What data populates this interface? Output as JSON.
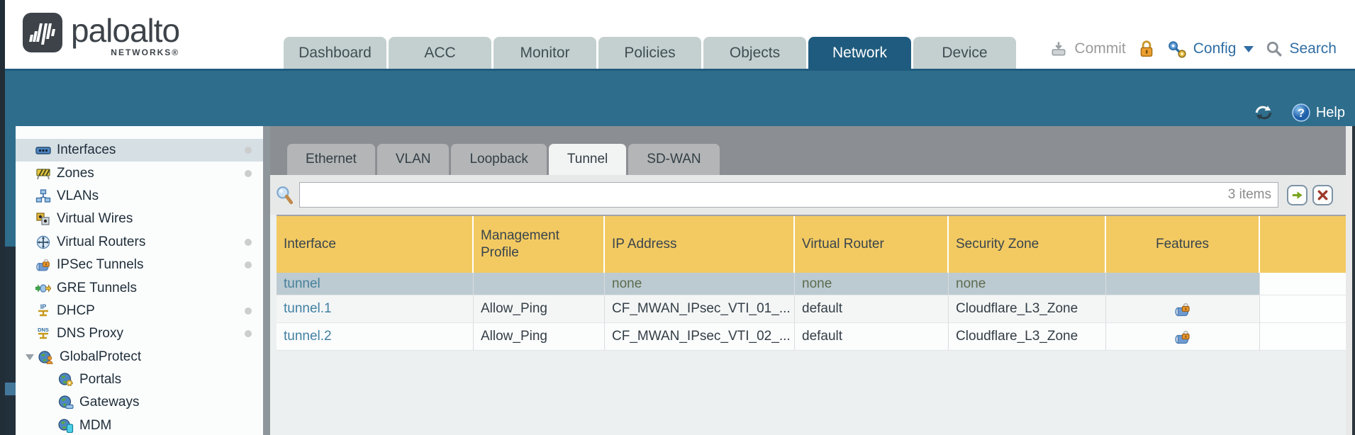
{
  "header": {
    "logo": {
      "brand": "paloalto",
      "sub": "NETWORKS®",
      "mark_icon": "paloalto-logo-icon"
    },
    "tabs": [
      {
        "label": "Dashboard",
        "active": false
      },
      {
        "label": "ACC",
        "active": false
      },
      {
        "label": "Monitor",
        "active": false
      },
      {
        "label": "Policies",
        "active": false
      },
      {
        "label": "Objects",
        "active": false
      },
      {
        "label": "Network",
        "active": true
      },
      {
        "label": "Device",
        "active": false
      }
    ],
    "actions": {
      "commit": "Commit",
      "config": "Config",
      "search": "Search",
      "icons": [
        "commit-icon",
        "lock-icon",
        "config-icon",
        "caret-down-icon",
        "search-icon"
      ]
    }
  },
  "toolbar": {
    "help": "Help",
    "icons": [
      "refresh-icon",
      "help-icon"
    ]
  },
  "sidebar": {
    "items": [
      {
        "label": "Interfaces",
        "icon": "interfaces-icon",
        "selected": true,
        "dot": true,
        "indent": 0
      },
      {
        "label": "Zones",
        "icon": "zones-icon",
        "selected": false,
        "dot": true,
        "indent": 0
      },
      {
        "label": "VLANs",
        "icon": "vlans-icon",
        "selected": false,
        "dot": false,
        "indent": 0
      },
      {
        "label": "Virtual Wires",
        "icon": "virtual-wires-icon",
        "selected": false,
        "dot": false,
        "indent": 0
      },
      {
        "label": "Virtual Routers",
        "icon": "virtual-routers-icon",
        "selected": false,
        "dot": true,
        "indent": 0
      },
      {
        "label": "IPSec Tunnels",
        "icon": "ipsec-tunnels-icon",
        "selected": false,
        "dot": true,
        "indent": 0
      },
      {
        "label": "GRE Tunnels",
        "icon": "gre-tunnels-icon",
        "selected": false,
        "dot": false,
        "indent": 0
      },
      {
        "label": "DHCP",
        "icon": "dhcp-icon",
        "selected": false,
        "dot": true,
        "indent": 0
      },
      {
        "label": "DNS Proxy",
        "icon": "dns-proxy-icon",
        "selected": false,
        "dot": true,
        "indent": 0
      },
      {
        "label": "GlobalProtect",
        "icon": "globalprotect-icon",
        "selected": false,
        "dot": false,
        "indent": 0,
        "expandable": true,
        "expanded": true
      },
      {
        "label": "Portals",
        "icon": "portals-icon",
        "selected": false,
        "dot": false,
        "indent": 1
      },
      {
        "label": "Gateways",
        "icon": "gateways-icon",
        "selected": false,
        "dot": false,
        "indent": 1
      },
      {
        "label": "MDM",
        "icon": "mdm-icon",
        "selected": false,
        "dot": false,
        "indent": 1
      }
    ]
  },
  "content": {
    "subtabs": [
      {
        "label": "Ethernet",
        "active": false
      },
      {
        "label": "VLAN",
        "active": false
      },
      {
        "label": "Loopback",
        "active": false
      },
      {
        "label": "Tunnel",
        "active": true
      },
      {
        "label": "SD-WAN",
        "active": false
      }
    ],
    "search": {
      "value": "",
      "items_count": "3 items",
      "icons": [
        "magnifier-icon",
        "apply-filter-arrow-icon",
        "clear-filter-x-icon"
      ]
    },
    "table": {
      "columns": [
        "Interface",
        "Management Profile",
        "IP Address",
        "Virtual Router",
        "Security Zone",
        "Features"
      ],
      "rows": [
        {
          "interface": "tunnel",
          "management_profile": "",
          "ip_address": "none",
          "virtual_router": "none",
          "security_zone": "none",
          "features": false,
          "selected": true
        },
        {
          "interface": "tunnel.1",
          "management_profile": "Allow_Ping",
          "ip_address": "CF_MWAN_IPsec_VTI_01_...",
          "virtual_router": "default",
          "security_zone": "Cloudflare_L3_Zone",
          "features": true,
          "selected": false
        },
        {
          "interface": "tunnel.2",
          "management_profile": "Allow_Ping",
          "ip_address": "CF_MWAN_IPsec_VTI_02_...",
          "virtual_router": "default",
          "security_zone": "Cloudflare_L3_Zone",
          "features": true,
          "selected": false
        }
      ],
      "features_icon": "tunnel-lock-icon"
    }
  },
  "colors": {
    "accent_teal": "#2e6d8c",
    "active_tab": "#1f5b7e",
    "table_header_yellow": "#f3ca62",
    "selected_row": "#bccbd1",
    "link_blue": "#4180a3",
    "none_olive": "#5e6b50"
  }
}
